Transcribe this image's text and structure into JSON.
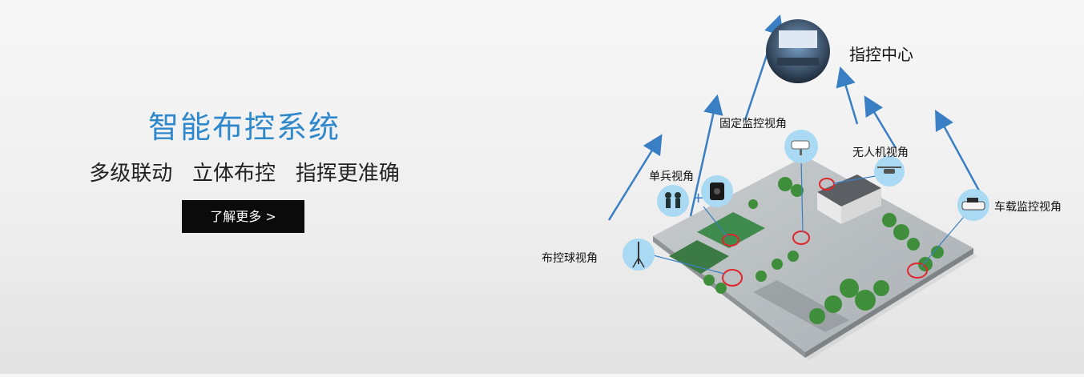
{
  "hero": {
    "title": "智能布控系统",
    "subtitle": "多级联动   立体布控   指挥更准确",
    "cta": "了解更多 >"
  },
  "diagram": {
    "command_center": "指控中心",
    "fixed_camera": "固定监控视角",
    "single_soldier": "单兵视角",
    "drone": "无人机视角",
    "dome_camera": "布控球视角",
    "vehicle_camera": "车载监控视角"
  },
  "colors": {
    "title_blue": "#2f88cc",
    "arrow_blue": "#3a7fc3",
    "badge_blue": "#a9d9f3",
    "marker_red": "#e0252b",
    "button_black": "#0b0b0b"
  },
  "icons": [
    "fixed-camera-icon",
    "drone-icon",
    "police-officers-icon",
    "body-camera-icon",
    "dome-camera-icon",
    "police-car-icon",
    "command-center-icon"
  ]
}
